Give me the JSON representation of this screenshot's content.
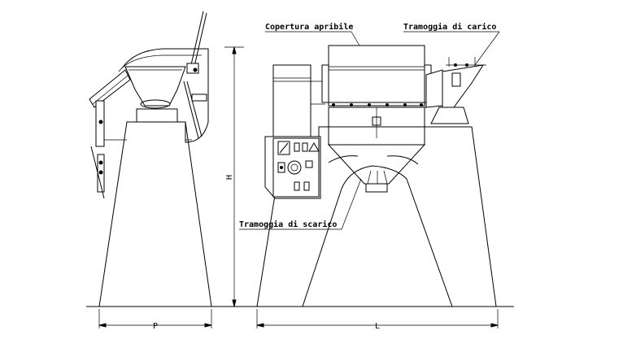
{
  "labels": {
    "copertura": "Copertura apribile",
    "tramoggia_carico": "Tramoggia di carico",
    "tramoggia_scarico": "Tramoggia di scarico"
  },
  "dimensions": {
    "height": "H",
    "depth": "P",
    "length": "L"
  },
  "colors": {
    "line": "#000000",
    "background": "#ffffff"
  }
}
